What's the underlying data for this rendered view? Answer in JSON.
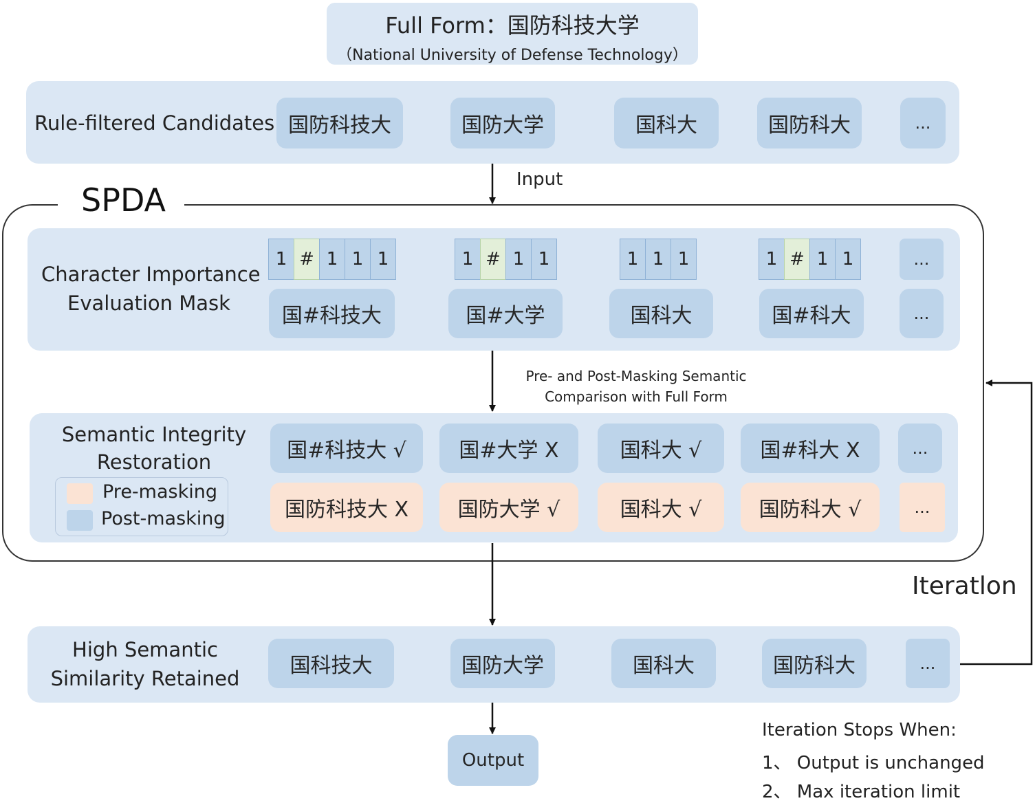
{
  "full_form": {
    "title": "Full Form：国防科技大学",
    "subtitle": "（National University of Defense Technology）"
  },
  "rule_filtered": {
    "label": "Rule-filtered Candidates",
    "items": [
      "国防科技大",
      "国防大学",
      "国科大",
      "国防科大",
      "..."
    ]
  },
  "input_label": "Input",
  "spda_title": "SPDA",
  "importance": {
    "label_line1": "Character Importance",
    "label_line2": "Evaluation  Mask",
    "masks": [
      [
        "1",
        "#",
        "1",
        "1",
        "1"
      ],
      [
        "1",
        "#",
        "1",
        "1"
      ],
      [
        "1",
        "1",
        "1"
      ],
      [
        "1",
        "#",
        "1",
        "1"
      ]
    ],
    "mask_more": "...",
    "masked_items": [
      "国#科技大",
      "国#大学",
      "国科大",
      "国#科大",
      "..."
    ]
  },
  "comparison_label": {
    "line1": "Pre- and Post-Masking Semantic",
    "line2": "Comparison with Full Form"
  },
  "restoration": {
    "label_line1": "Semantic Integrity",
    "label_line2": "Restoration",
    "legend": {
      "pre": "Pre-masking",
      "post": "Post-masking",
      "pre_color": "#fbe3d4",
      "post_color": "#bdd4ea"
    },
    "post_items": [
      "国#科技大  √",
      "国#大学  X",
      "国科大  √",
      "国#科大  X",
      "..."
    ],
    "pre_items": [
      "国防科技大  X",
      "国防大学  √",
      "国科大  √",
      "国防科大  √",
      "..."
    ]
  },
  "retained": {
    "label_line1": "High Semantic",
    "label_line2": "Similarity Retained",
    "items": [
      "国科技大",
      "国防大学",
      "国科大",
      "国防科大",
      "..."
    ]
  },
  "iteration_label": "Iteratlon",
  "output_label": "Output",
  "stops": {
    "title": "Iteration Stops When:",
    "item1": "1、 Output is unchanged",
    "item2": "2、 Max iteration limit"
  }
}
